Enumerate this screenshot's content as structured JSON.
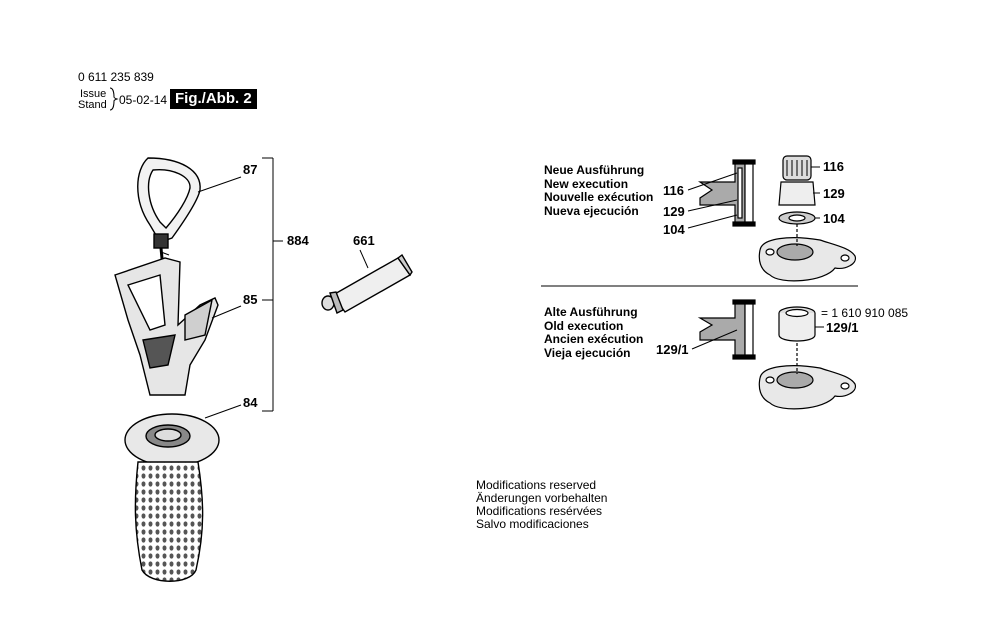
{
  "header": {
    "part_number": "0 611 235 839",
    "issue_label": "Issue",
    "stand_label": "Stand",
    "date": "05-02-14",
    "figure_label": "Fig./Abb. 2"
  },
  "callouts": {
    "c87": "87",
    "c884": "884",
    "c85": "85",
    "c84": "84",
    "c661": "661"
  },
  "new_version": {
    "lines": [
      "Neue Ausführung",
      "New execution",
      "Nouvelle exécution",
      "Nueva ejecución"
    ],
    "left_116": "116",
    "left_129": "129",
    "left_104": "104",
    "right_116": "116",
    "right_129": "129",
    "right_104": "104"
  },
  "old_version": {
    "lines": [
      "Alte Ausführung",
      "Old execution",
      "Ancien exécution",
      "Vieja ejecución"
    ],
    "left_1291": "129/1",
    "right_1291": "129/1",
    "part_ref": "= 1 610 910 085"
  },
  "footer": {
    "lines": [
      "Modifications reserved",
      "Änderungen vorbehalten",
      "Modifications resérvées",
      "Salvo modificaciones"
    ]
  }
}
